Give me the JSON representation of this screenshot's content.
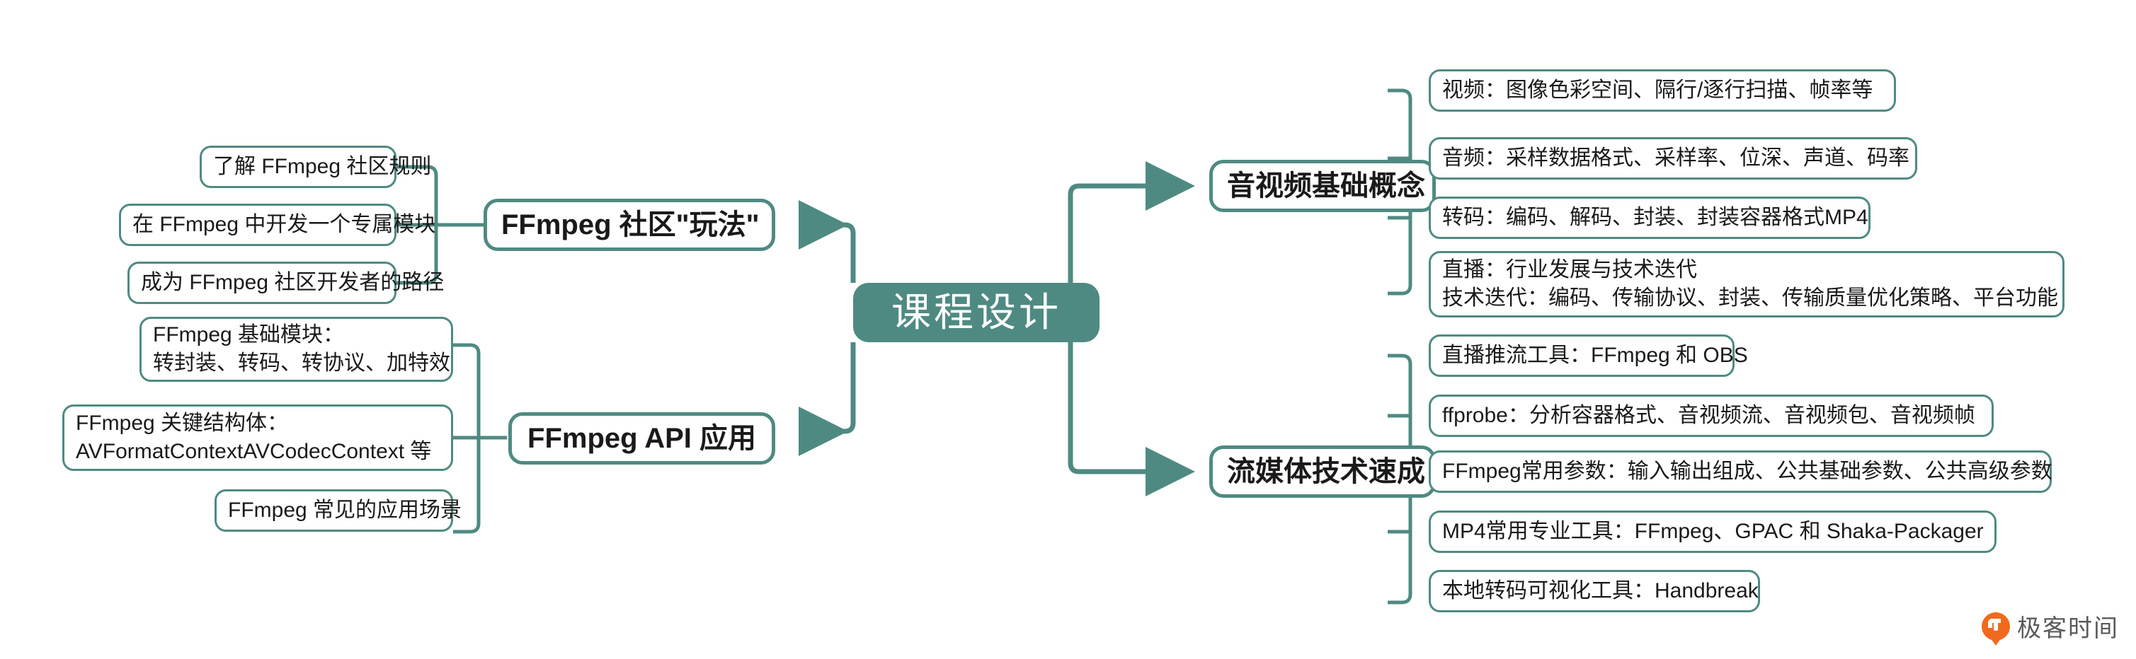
{
  "diagram": {
    "type": "mindmap",
    "root": {
      "label": "课程设计"
    },
    "colors": {
      "accent": "#4F8A82",
      "node_border": "#4F8A82",
      "node_fill": "#FFFFFF",
      "root_fill": "#4F8A82",
      "root_text": "#FFFFFF",
      "text": "#1A1A1A",
      "watermark": "#F06A1E"
    },
    "branches": [
      {
        "id": "community",
        "label": "FFmpeg 社区\"玩法\"",
        "side": "left",
        "children": [
          {
            "label": "了解 FFmpeg 社区规则"
          },
          {
            "label": "在 FFmpeg 中开发一个专属模块"
          },
          {
            "label": "成为 FFmpeg 社区开发者的路径"
          }
        ]
      },
      {
        "id": "api",
        "label": "FFmpeg API 应用",
        "side": "left",
        "children": [
          {
            "label": "FFmpeg 基础模块：\n转封装、转码、转协议、加特效"
          },
          {
            "label": "FFmpeg 关键结构体：\nAVFormatContextAVCodecContext 等"
          },
          {
            "label": "FFmpeg 常见的应用场景"
          }
        ]
      },
      {
        "id": "basics",
        "label": "音视频基础概念",
        "side": "right",
        "children": [
          {
            "label": "视频：图像色彩空间、隔行/逐行扫描、帧率等"
          },
          {
            "label": "音频：采样数据格式、采样率、位深、声道、码率"
          },
          {
            "label": "转码：编码、解码、封装、封装容器格式MP4"
          },
          {
            "label": "直播：行业发展与技术迭代\n技术迭代：编码、传输协议、封装、传输质量优化策略、平台功能"
          }
        ]
      },
      {
        "id": "streaming",
        "label": "流媒体技术速成",
        "side": "right",
        "children": [
          {
            "label": "直播推流工具：FFmpeg 和 OBS"
          },
          {
            "label": "ffprobe：分析容器格式、音视频流、音视频包、音视频帧"
          },
          {
            "label": "FFmpeg常用参数：输入输出组成、公共基础参数、公共高级参数"
          },
          {
            "label": "MP4常用专业工具：FFmpeg、GPAC 和 Shaka-Packager"
          },
          {
            "label": "本地转码可视化工具：Handbreak"
          }
        ]
      }
    ]
  },
  "watermark": {
    "text": "极客时间",
    "logo_icon": "geektime-logo-icon"
  }
}
